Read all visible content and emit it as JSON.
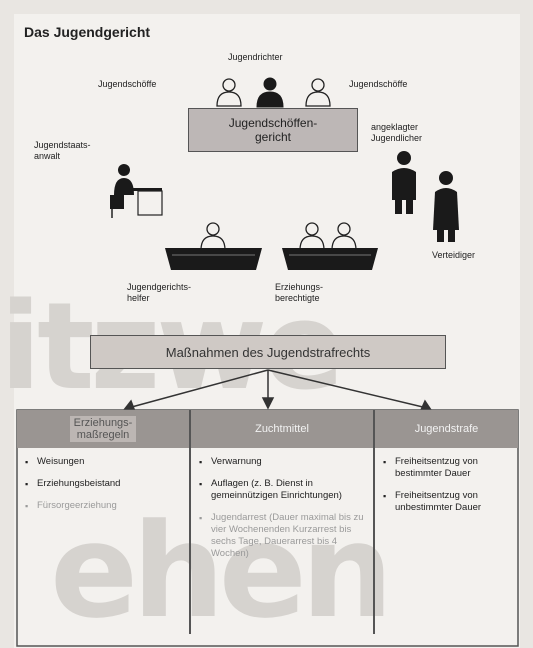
{
  "title": "Das Jugendgericht",
  "labels": {
    "jugendrichter": "Jugendrichter",
    "schoeffe_left": "Jugendschöffe",
    "schoeffe_right": "Jugendschöffe",
    "gericht": "Jugendschöffen-\ngericht",
    "staatsanwalt": "Jugendstaats-\nanwalt",
    "angeklagter": "angeklagter\nJugendlicher",
    "verteidiger": "Verteidiger",
    "gerichtshelfer": "Jugendgerichts-\nhelfer",
    "erziehungsberechtigte": "Erziehungs-\nberechtigte",
    "massnahmen": "Maßnahmen des Jugendstrafrechts"
  },
  "columns": [
    {
      "head": "Erziehungs-\nmaßregeln",
      "items": [
        {
          "text": "Weisungen",
          "faint": false
        },
        {
          "text": "Erziehungsbeistand",
          "faint": false
        },
        {
          "text": "Fürsorgeerziehung",
          "faint": true
        }
      ]
    },
    {
      "head": "Zuchtmittel",
      "items": [
        {
          "text": "Verwarnung",
          "faint": false
        },
        {
          "text": "Auflagen (z. B. Dienst in gemeinnützigen Einrichtungen)",
          "faint": false
        },
        {
          "text": "Jugendarrest (Dauer maximal bis zu vier Wochenenden Kurzarrest bis sechs Tage, Dauerarrest bis 4 Wochen)",
          "faint": true
        }
      ]
    },
    {
      "head": "Jugendstrafe",
      "items": [
        {
          "text": "Freiheitsentzug von bestimmter Dauer",
          "faint": false
        },
        {
          "text": "Freiheitsentzug von unbestimmter Dauer",
          "faint": false
        }
      ]
    }
  ],
  "watermark": {
    "line1": "itzwe",
    "line2": "ehen"
  },
  "colors": {
    "background": "#f3f1ee",
    "head_fill": "#9a9592",
    "box_fill": "#bdb7b6",
    "figure": "#1a1a1a"
  }
}
